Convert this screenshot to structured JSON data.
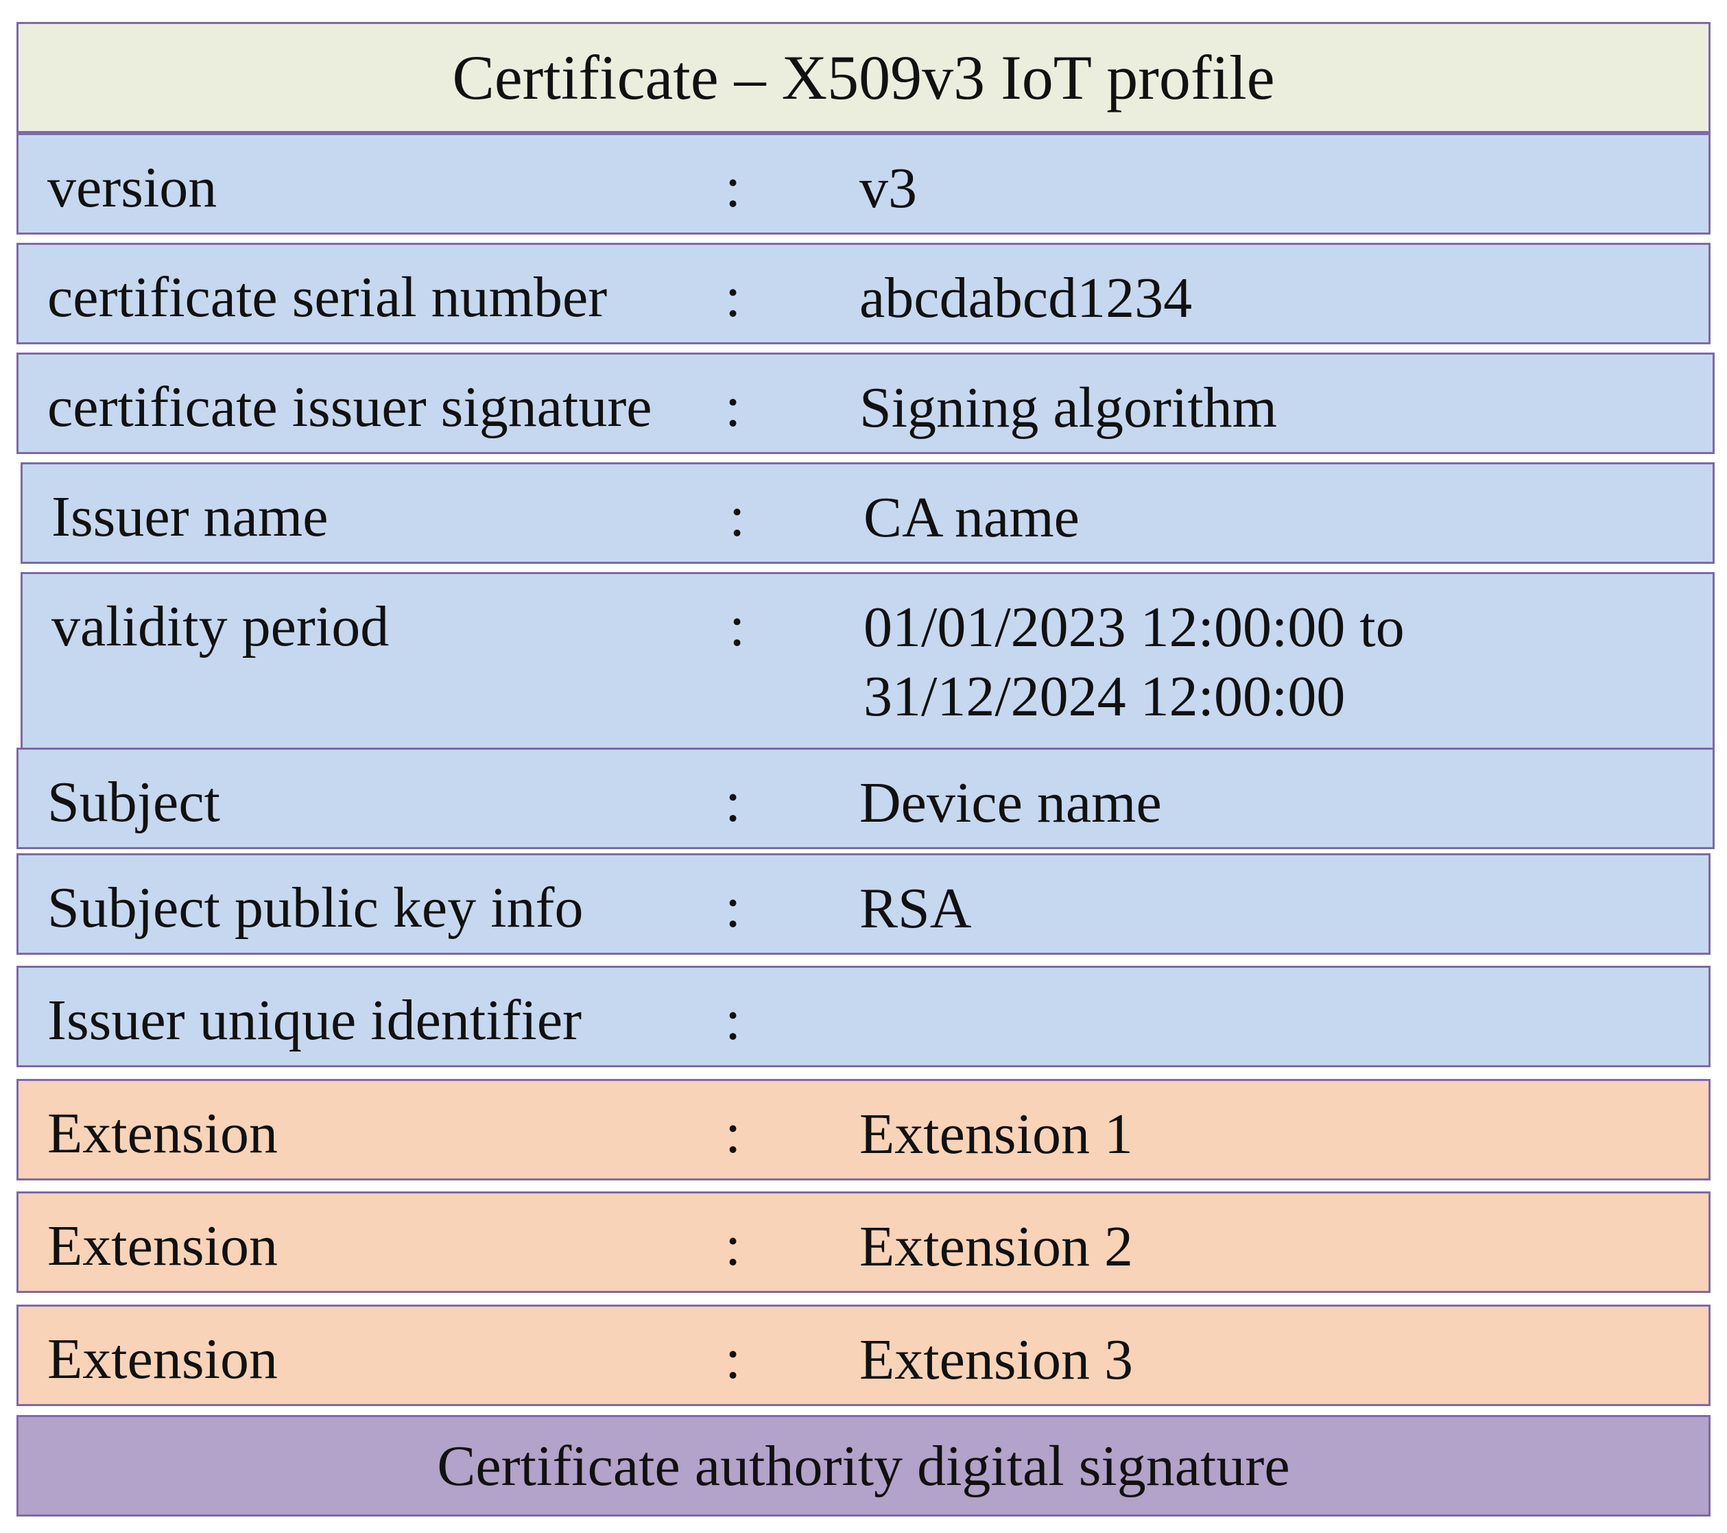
{
  "title": "Certificate – X509v3 IoT profile",
  "separator": ":",
  "rows": [
    {
      "field": "version",
      "value": "v3"
    },
    {
      "field": "certificate serial number",
      "value": "abcdabcd1234"
    },
    {
      "field": "certificate issuer signature",
      "value": "Signing algorithm"
    },
    {
      "field": "Issuer name",
      "value": "CA name"
    },
    {
      "field": "validity period",
      "value_line1": "01/01/2023 12:00:00  to",
      "value_line2": "31/12/2024  12:00:00"
    },
    {
      "field": "Subject",
      "value": "Device name"
    },
    {
      "field": "Subject public key info",
      "value": "RSA"
    },
    {
      "field": "Issuer unique identifier",
      "value": ""
    },
    {
      "field": "Extension",
      "value": "Extension 1"
    },
    {
      "field": "Extension",
      "value": "Extension 2"
    },
    {
      "field": "Extension",
      "value": "Extension 3"
    }
  ],
  "footer": "Certificate authority digital signature",
  "colors": {
    "title_bg": "#ebeedd",
    "field_bg": "#c6d8ef",
    "extension_bg": "#f9d3b7",
    "signature_bg": "#b3a2c9",
    "border": "#7d6aa8"
  }
}
